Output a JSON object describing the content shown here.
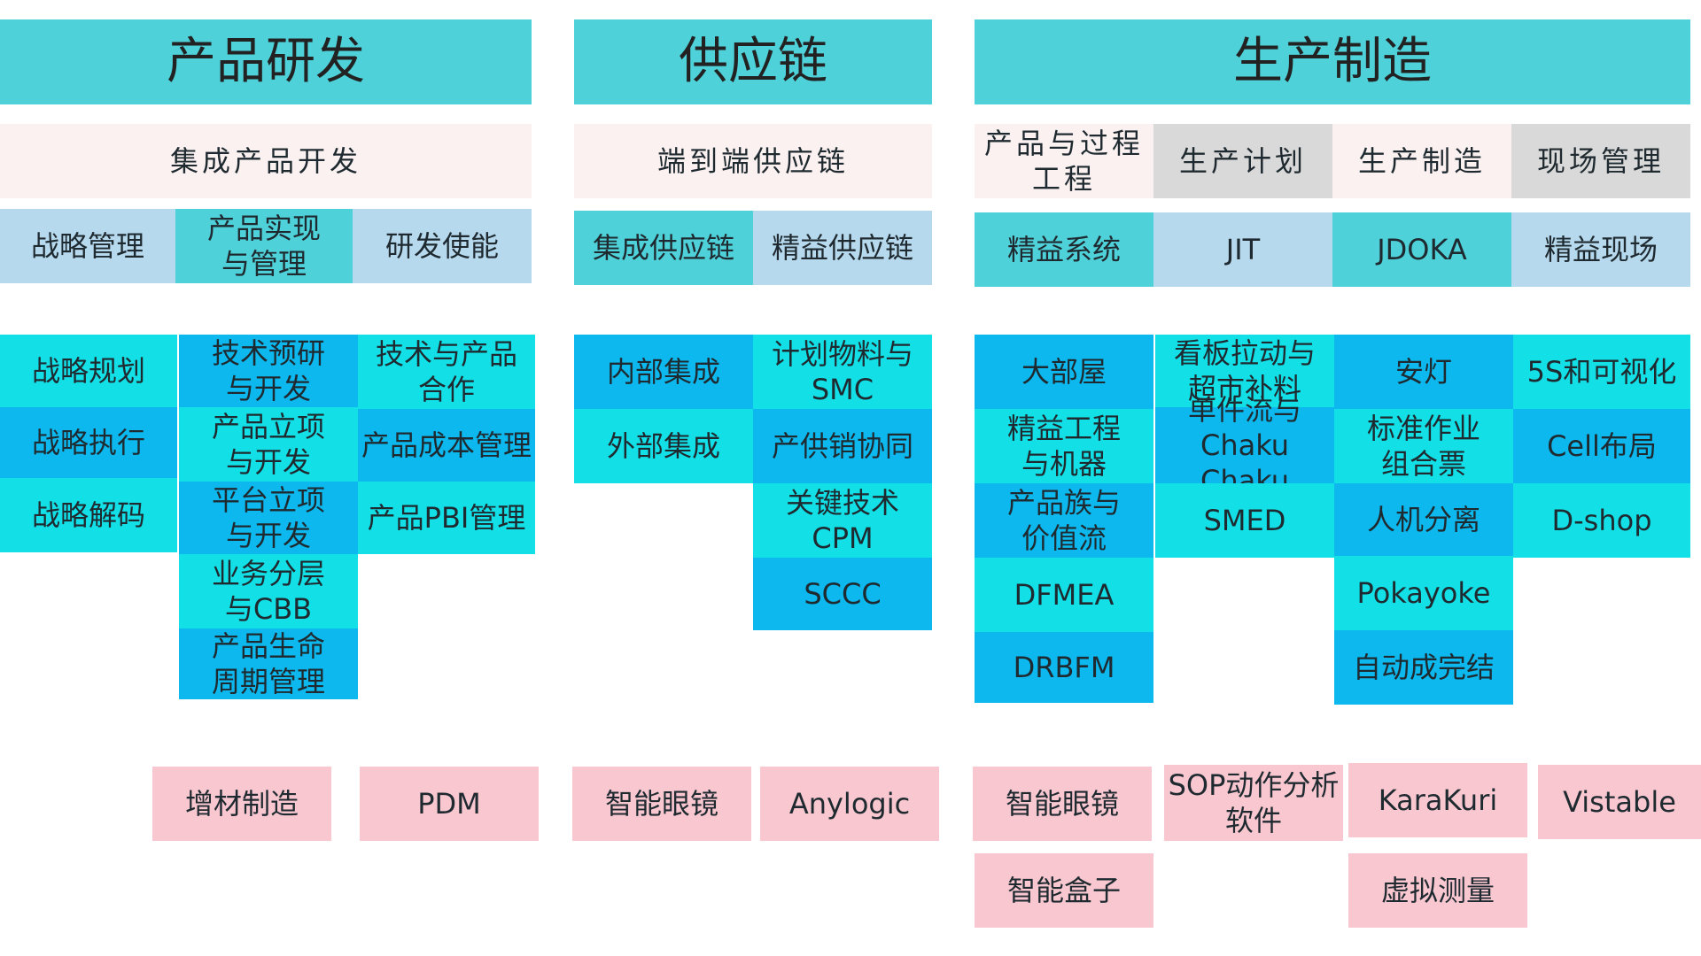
{
  "sections": [
    {
      "id": "rd",
      "title": "产品研发"
    },
    {
      "id": "sc",
      "title": "供应链"
    },
    {
      "id": "mf",
      "title": "生产制造"
    }
  ],
  "subtitles": {
    "rd": "集成产品开发",
    "sc": "端到端供应链",
    "mf_1": "产品与过程\n工程",
    "mf_2": "生产计划",
    "mf_3": "生产制造",
    "mf_4": "现场管理"
  },
  "pillars": {
    "rd": [
      "战略管理",
      "产品实现\n与管理",
      "研发使能"
    ],
    "sc": [
      "集成供应链",
      "精益供应链"
    ],
    "mf": [
      "精益系统",
      "JIT",
      "JDOKA",
      "精益现场"
    ]
  },
  "rd_grid": {
    "col1": [
      "战略规划",
      "战略执行",
      "战略解码"
    ],
    "col2": [
      "技术预研\n与开发",
      "产品立项\n与开发",
      "平台立项\n与开发",
      "业务分层\n与CBB",
      "产品生命\n周期管理"
    ],
    "col3": [
      "技术与产品\n合作",
      "产品成本管理",
      "产品PBI管理"
    ]
  },
  "sc_grid": {
    "col1": [
      "内部集成",
      "外部集成"
    ],
    "col2": [
      "计划物料与\nSMC",
      "产供销协同",
      "关键技术CPM",
      "SCCC"
    ]
  },
  "mf_grid": {
    "col1": [
      "大部屋",
      "精益工程\n与机器",
      "产品族与\n价值流",
      "DFMEA",
      "DRBFM"
    ],
    "col2": [
      "看板拉动与\n超市补料",
      "单件流与\nChaku Chaku",
      "SMED"
    ],
    "col3": [
      "安灯",
      "标准作业\n组合票",
      "人机分离",
      "Pokayoke",
      "自动成完结"
    ],
    "col4": [
      "5S和可视化",
      "Cell布局",
      "D-shop"
    ]
  },
  "tools": {
    "rd": [
      "增材制造",
      "PDM"
    ],
    "sc": [
      "智能眼镜",
      "Anylogic"
    ],
    "mf_row1": [
      "智能眼镜",
      "SOP动作分析\n软件",
      "KaraKuri",
      "Vistable"
    ],
    "mf_row2": [
      "智能盒子",
      "虚拟测量"
    ]
  },
  "colors": {
    "header": "#4fd1d9",
    "subtitle": "#fbf1f1",
    "subtitle_gray": "#d9d9d9",
    "light_blue": "#b7d9ee",
    "teal": "#4fd1d9",
    "cyan": "#12e0e6",
    "blue": "#0cb8ee",
    "pink": "#f8c7cf"
  }
}
